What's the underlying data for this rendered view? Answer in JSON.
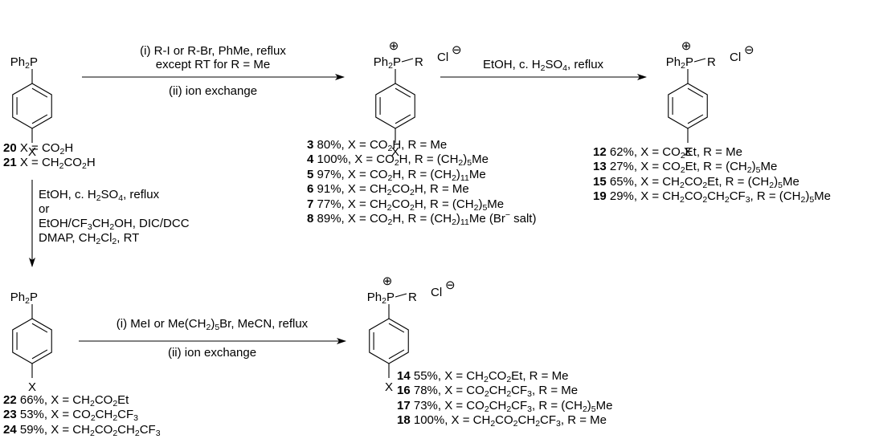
{
  "molecules": {
    "m20": {
      "top": "Ph2P",
      "sub": "X"
    },
    "m3": {
      "top": "Ph2P—R",
      "counter": "Cl⊖",
      "plus": "⊕",
      "sub": "X"
    },
    "m12": {
      "top": "Ph2P—R",
      "counter": "Cl⊖",
      "plus": "⊕",
      "sub": "X"
    },
    "m22": {
      "top": "Ph2P",
      "sub": "X"
    },
    "m14": {
      "top": "Ph2P—R",
      "counter": "Cl⊖",
      "plus": "⊕",
      "sub": "X"
    }
  },
  "conditions": {
    "step1": [
      "(i) R-I or R-Br, PhMe, reflux",
      "except RT for R = Me",
      "(ii) ion exchange"
    ],
    "step2": [
      "EtOH, c. H2SO4, reflux"
    ],
    "step3": [
      "EtOH, c. H2SO4, reflux",
      "or",
      "EtOH/CF3CH2OH, DIC/DCC",
      "DMAP, CH2Cl2, RT"
    ],
    "step4": [
      "(i) MeI or Me(CH2)5Br, MeCN, reflux",
      "(ii) ion exchange"
    ]
  },
  "compound_lists": {
    "start": [
      "20 X = CO2H",
      "21 X = CH2CO2H"
    ],
    "acids": [
      "3 80%, X = CO2H, R = Me",
      "4 100%, X = CO2H, R = (CH2)5Me",
      "5 97%, X = CO2H, R = (CH2)11Me",
      "6 91%, X = CH2CO2H, R = Me",
      "7 77%, X = CH2CO2H, R = (CH2)5Me",
      "8 89%, X = CO2H, R = (CH2)11Me (Br− salt)"
    ],
    "esters": [
      "12 62%, X = CO2Et, R = Me",
      "13 27%, X = CO2Et, R = (CH2)5Me",
      "15 65%, X = CH2CO2Et, R = (CH2)5Me",
      "19 29%, X = CH2CO2CH2CF3, R = (CH2)5Me"
    ],
    "phosphines": [
      "22 66%, X = CH2CO2Et",
      "23 53%, X = CO2CH2CF3",
      "24 59%, X = CH2CO2CH2CF3"
    ],
    "salts": [
      "14 55%, X = CH2CO2Et, R = Me",
      "16 78%, X = CO2CH2CF3, R = Me",
      "17 73%, X = CO2CH2CF3, R = (CH2)5Me",
      "18 100%, X = CH2CO2CH2CF3, R = Me"
    ]
  }
}
